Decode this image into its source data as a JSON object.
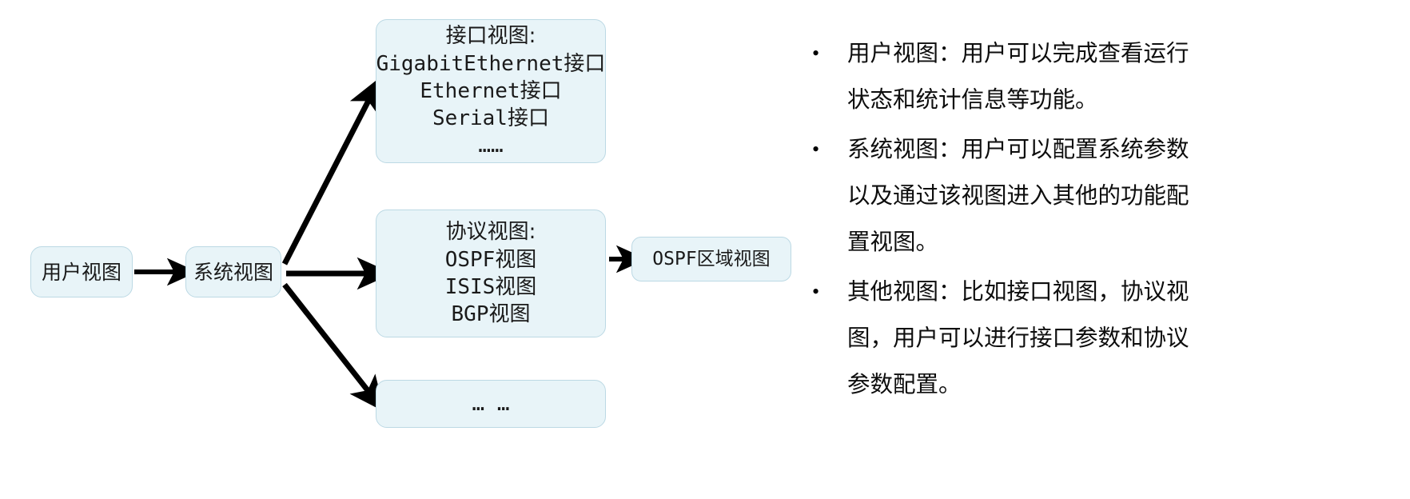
{
  "diagram": {
    "nodes": {
      "user_view": {
        "label": "用户视图"
      },
      "system_view": {
        "label": "系统视图"
      },
      "interface_view": {
        "line1": "接口视图:",
        "line2": "GigabitEthernet接口",
        "line3": "Ethernet接口",
        "line4": "Serial接口",
        "line5": "……"
      },
      "protocol_view": {
        "line1": "协议视图:",
        "line2": "OSPF视图",
        "line3": "ISIS视图",
        "line4": "BGP视图"
      },
      "other_view": {
        "label": "… …"
      },
      "ospf_area_view": {
        "label": "OSPF区域视图"
      }
    },
    "arrows": [
      {
        "name": "user-to-system"
      },
      {
        "name": "system-to-interface"
      },
      {
        "name": "system-to-protocol"
      },
      {
        "name": "system-to-other"
      },
      {
        "name": "protocol-to-ospf-area"
      }
    ],
    "colors": {
      "node_fill": "#e8f4f8",
      "node_border": "#bcd9e4",
      "arrow": "#000000",
      "text": "#1a1a1a"
    }
  },
  "notes": {
    "bullet_marker": "•",
    "items": [
      {
        "name": "user-view-note",
        "lines": [
          "用户视图：用户可以完成查看运行",
          "状态和统计信息等功能。"
        ]
      },
      {
        "name": "system-view-note",
        "lines": [
          "系统视图：用户可以配置系统参数",
          "以及通过该视图进入其他的功能配",
          "置视图。"
        ]
      },
      {
        "name": "other-view-note",
        "lines": [
          "其他视图：比如接口视图，协议视",
          "图，用户可以进行接口参数和协议",
          "参数配置。"
        ]
      }
    ]
  }
}
